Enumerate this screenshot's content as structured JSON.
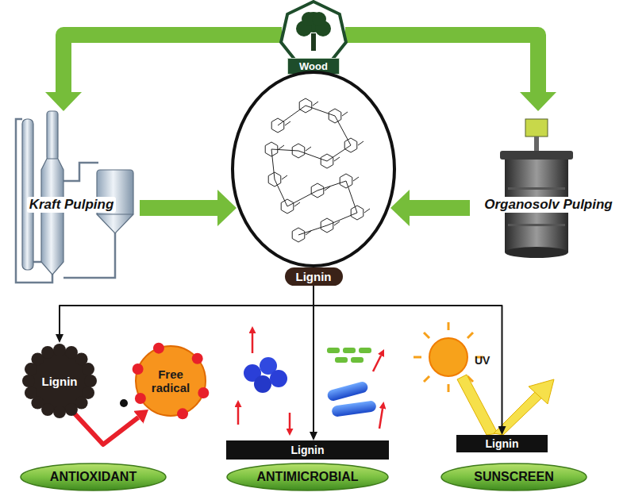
{
  "diagram": {
    "nodes": [
      {
        "text": [
          "Wood"
        ]
      },
      {
        "text": [
          "Kraft Pulping"
        ]
      },
      {
        "text": [
          "Lignin"
        ]
      },
      {
        "text": [
          "Organosolv Pulping"
        ]
      },
      {
        "text": [
          "Lignin"
        ]
      },
      {
        "text": [
          "Free radical"
        ]
      },
      {
        "text": [
          "Lignin"
        ]
      },
      {
        "text": [
          "Lignin"
        ]
      },
      {
        "text": [
          "ANTIOXIDANT"
        ]
      },
      {
        "text": [
          "ANTIMICROBIAL"
        ]
      },
      {
        "text": [
          "SUNSCREEN"
        ]
      }
    ],
    "edges": [
      {
        "from": 0,
        "to": 1,
        "arrow": "to"
      },
      {
        "from": 0,
        "to": 3,
        "arrow": "to"
      },
      {
        "from": 1,
        "to": 2,
        "arrow": "to"
      },
      {
        "from": 3,
        "to": 2,
        "arrow": "to"
      },
      {
        "from": 2,
        "to": 4,
        "arrow": "to"
      },
      {
        "from": 2,
        "to": 6,
        "arrow": "to"
      },
      {
        "from": 2,
        "to": 7,
        "arrow": "to"
      },
      {
        "from": 4,
        "to": 5,
        "arrow": "to"
      }
    ],
    "labels": [
      "UV"
    ]
  }
}
